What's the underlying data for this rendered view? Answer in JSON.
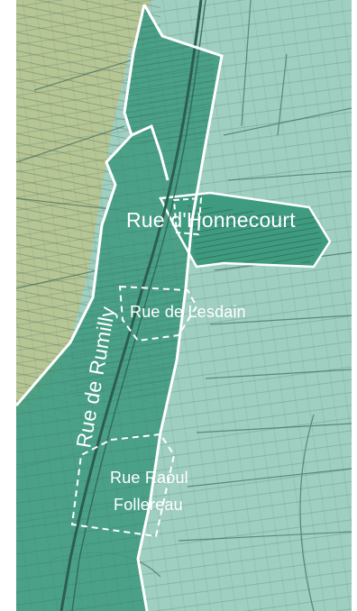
{
  "map": {
    "colors": {
      "left_background": "#b6c594",
      "right_background": "#9fcfc0",
      "zone_fill": "#3f9b80",
      "zone_outline": "#ffffff",
      "street_line": "#2c5e50",
      "page_background": "#ffffff"
    },
    "labels": {
      "rue_honnecourt": "Rue d'Honnecourt",
      "rue_lesdain": "Rue de Lesdain",
      "rue_rumilly": "Rue de Rumilly",
      "rue_raoul_line1": "Rue Raoul",
      "rue_raoul_line2": "Follereau"
    }
  }
}
